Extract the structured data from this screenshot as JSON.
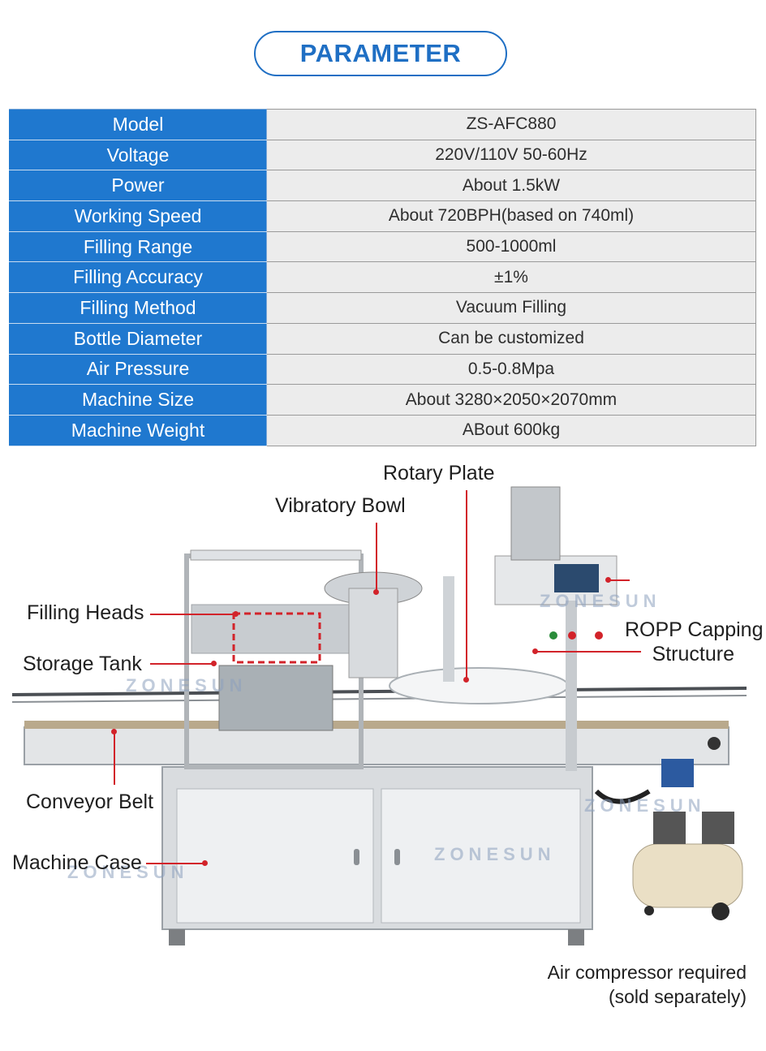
{
  "header": {
    "title": "PARAMETER"
  },
  "params": [
    {
      "key": "Model",
      "value": "ZS-AFC880"
    },
    {
      "key": "Voltage",
      "value": "220V/110V  50-60Hz"
    },
    {
      "key": "Power",
      "value": "About 1.5kW"
    },
    {
      "key": "Working Speed",
      "value": "About 720BPH(based on 740ml)"
    },
    {
      "key": "Filling Range",
      "value": "500-1000ml"
    },
    {
      "key": "Filling Accuracy",
      "value": "±1%"
    },
    {
      "key": "Filling Method",
      "value": "Vacuum Filling"
    },
    {
      "key": "Bottle Diameter",
      "value": "Can be customized"
    },
    {
      "key": "Air Pressure",
      "value": "0.5-0.8Mpa"
    },
    {
      "key": "Machine Size",
      "value": "About 3280×2050×2070mm"
    },
    {
      "key": "Machine Weight",
      "value": "ABout 600kg"
    }
  ],
  "labels": {
    "rotary_plate": "Rotary Plate",
    "vibratory_bowl": "Vibratory Bowl",
    "filling_heads": "Filling Heads",
    "storage_tank": "Storage Tank",
    "ropp_line1": "ROPP Capping",
    "ropp_line2": "Structure",
    "conveyor_belt": "Conveyor Belt",
    "machine_case": "Machine Case",
    "compressor_line1": "Air compressor required",
    "compressor_line2": "(sold separately)"
  },
  "watermark": "ZONESUN",
  "colors": {
    "accent": "#1f78cf",
    "pointer": "#d2232a",
    "value_bg": "#ececec"
  }
}
